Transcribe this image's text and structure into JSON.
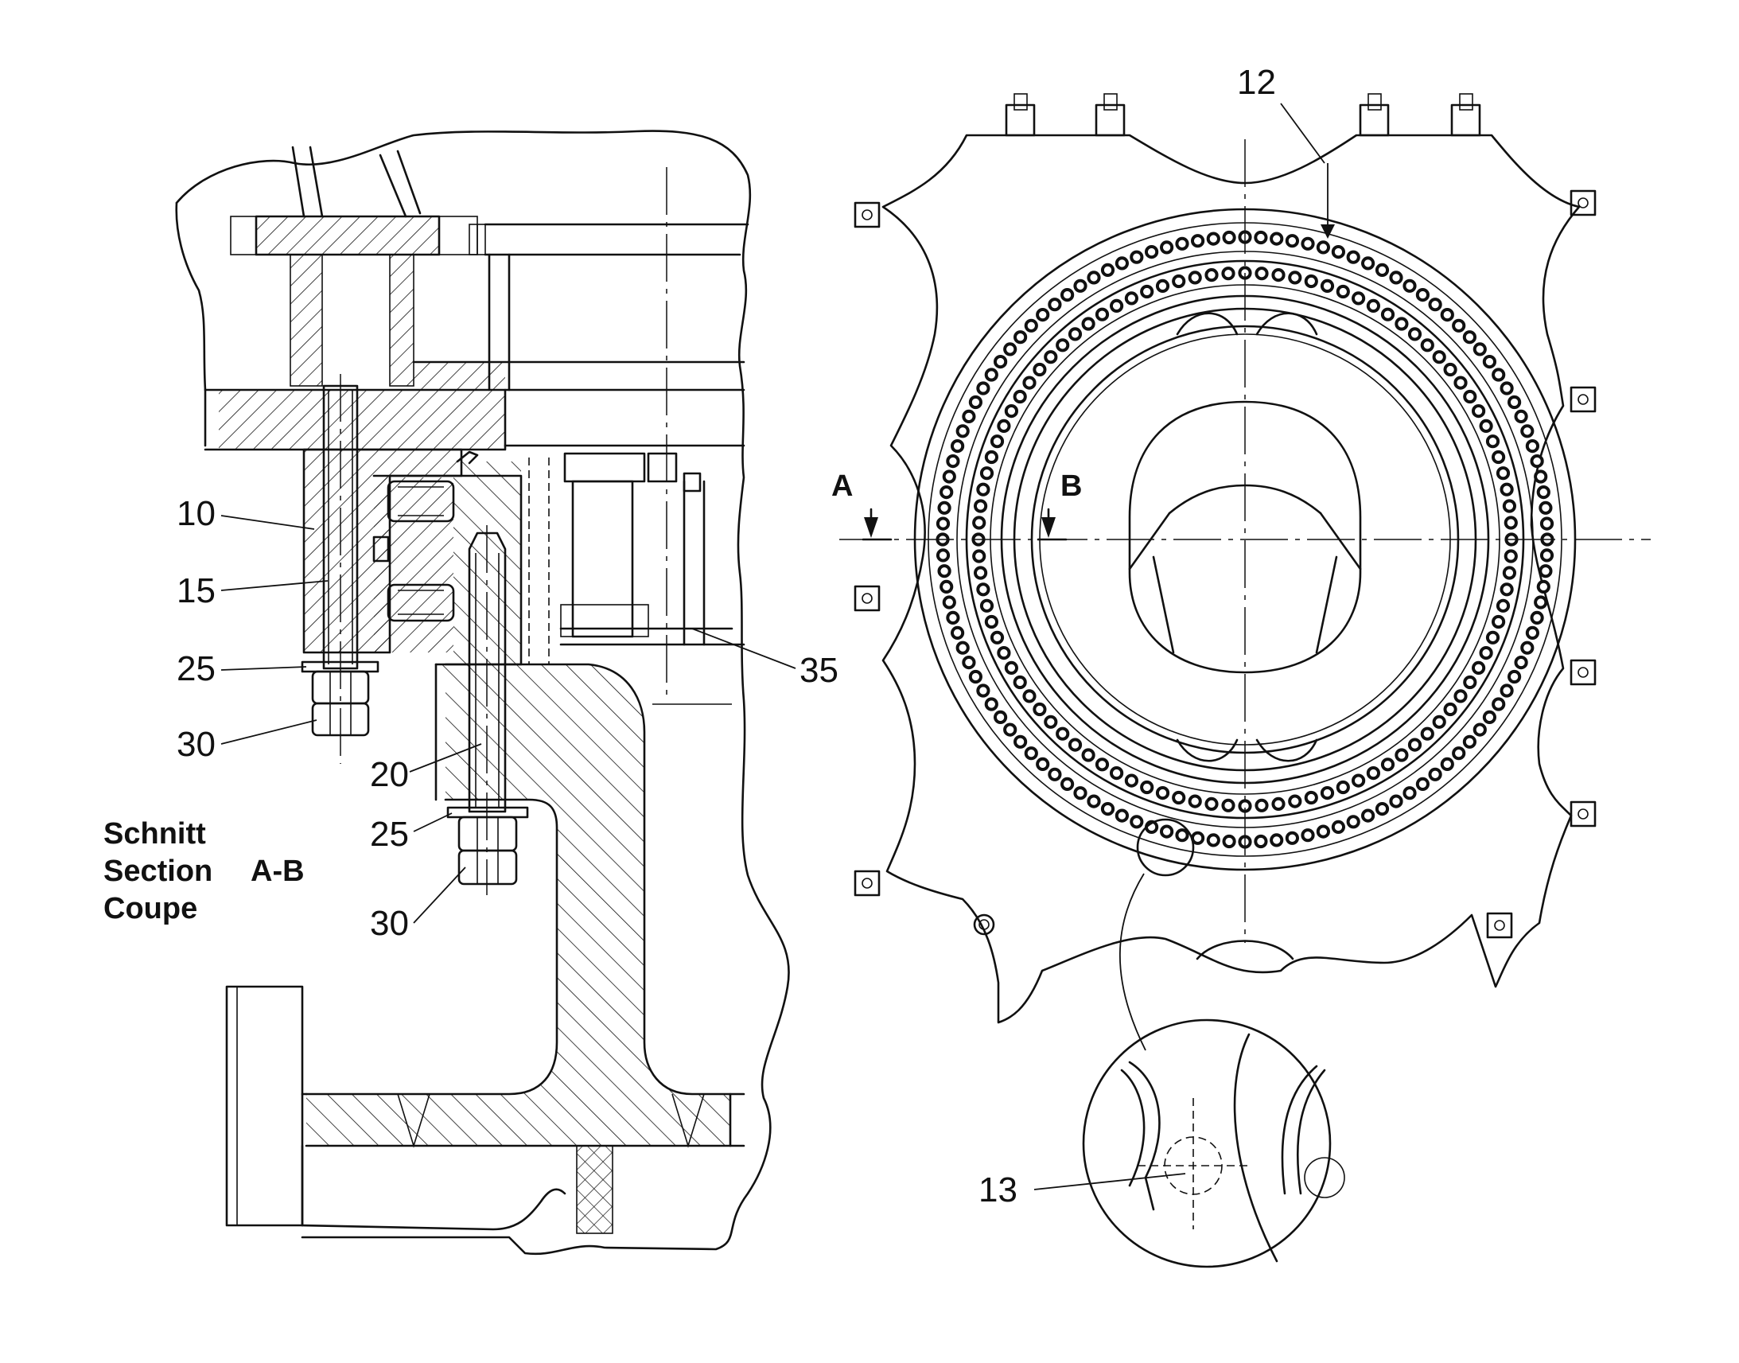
{
  "colors": {
    "line": "#111111",
    "background": "#ffffff"
  },
  "section_title": {
    "line1": "Schnitt",
    "line2": "Section",
    "line3": "Coupe",
    "section_id": "A-B"
  },
  "section_markers": {
    "a": "A",
    "b": "B"
  },
  "part_labels": {
    "p10": "10",
    "p15": "15",
    "p25_left": "25",
    "p30_left": "30",
    "p20": "20",
    "p25_mid": "25",
    "p30_mid": "30",
    "p35": "35",
    "p12": "12",
    "p13": "13"
  }
}
